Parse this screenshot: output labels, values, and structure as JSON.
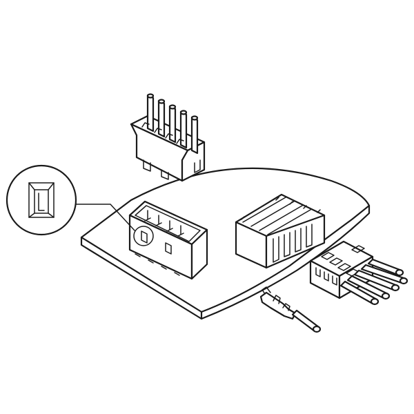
{
  "figure": {
    "subject": "connector-assembly-line-drawing",
    "colors": {
      "line": "#1a1a1a",
      "background": "#ffffff"
    },
    "parts": [
      "board-mount-header-top",
      "pcb",
      "header-on-pcb",
      "shrouded-header-right",
      "wire-housing",
      "crimp-terminal",
      "detail-callout"
    ],
    "pin_count": 5
  }
}
